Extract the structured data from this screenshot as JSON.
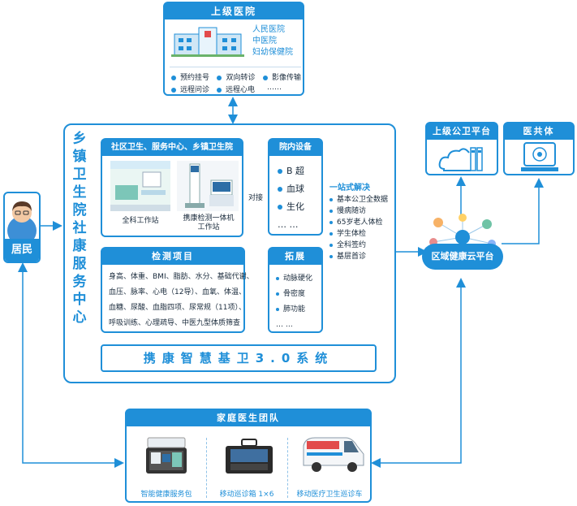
{
  "upper_hospital": {
    "title": "上级医院",
    "hospitals": [
      "人民医院",
      "中医院",
      "妇幼保健院"
    ],
    "services": [
      "预约挂号",
      "双向转诊",
      "影像传输",
      "远程问诊",
      "远程心电",
      "……"
    ]
  },
  "resident": {
    "label": "居民"
  },
  "center_vertical": [
    "乡",
    "镇",
    "卫",
    "生",
    "院",
    "社",
    "康",
    "服",
    "务",
    "中",
    "心"
  ],
  "station_panel": {
    "title": "社区卫生、服务中心、乡镇卫生院",
    "items": [
      "全科工作站",
      "携康检测一体机\n工作站"
    ]
  },
  "equipment": {
    "title": "院内设备",
    "items": [
      "B 超",
      "血球",
      "生化",
      "… …"
    ]
  },
  "dock_label": "对接",
  "solution": {
    "title": "一站式解决",
    "items": [
      "基本公卫全数据",
      "慢病随访",
      "65岁老人体检",
      "学生体检",
      "全科签约",
      "基层首诊"
    ]
  },
  "inspection": {
    "title": "检测项目",
    "lines": [
      "身高、体重、BMI、脂肪、水分、基础代谢、",
      "血压、脉率、心电（12导）、血氧、体温、",
      "血糖、尿酸、血脂四项、尿常规（11项）、",
      "呼吸训练、心理疏导、中医九型体质筛查"
    ]
  },
  "expand": {
    "title": "拓展",
    "items": [
      "动脉硬化",
      "骨密度",
      "肺功能",
      "… …"
    ]
  },
  "system_name": "携康智慧基卫3.0系统",
  "public_health": {
    "title": "上级公卫平台"
  },
  "medical_union": {
    "title": "医共体"
  },
  "cloud": {
    "label": "区域健康云平台"
  },
  "family_team": {
    "title": "家庭医生团队",
    "items": [
      "智能健康服务包",
      "移动巡诊箱 1×6",
      "移动医疗卫生巡诊车"
    ]
  },
  "colors": {
    "primary": "#1f8fd8",
    "light": "#e8f4fc"
  }
}
